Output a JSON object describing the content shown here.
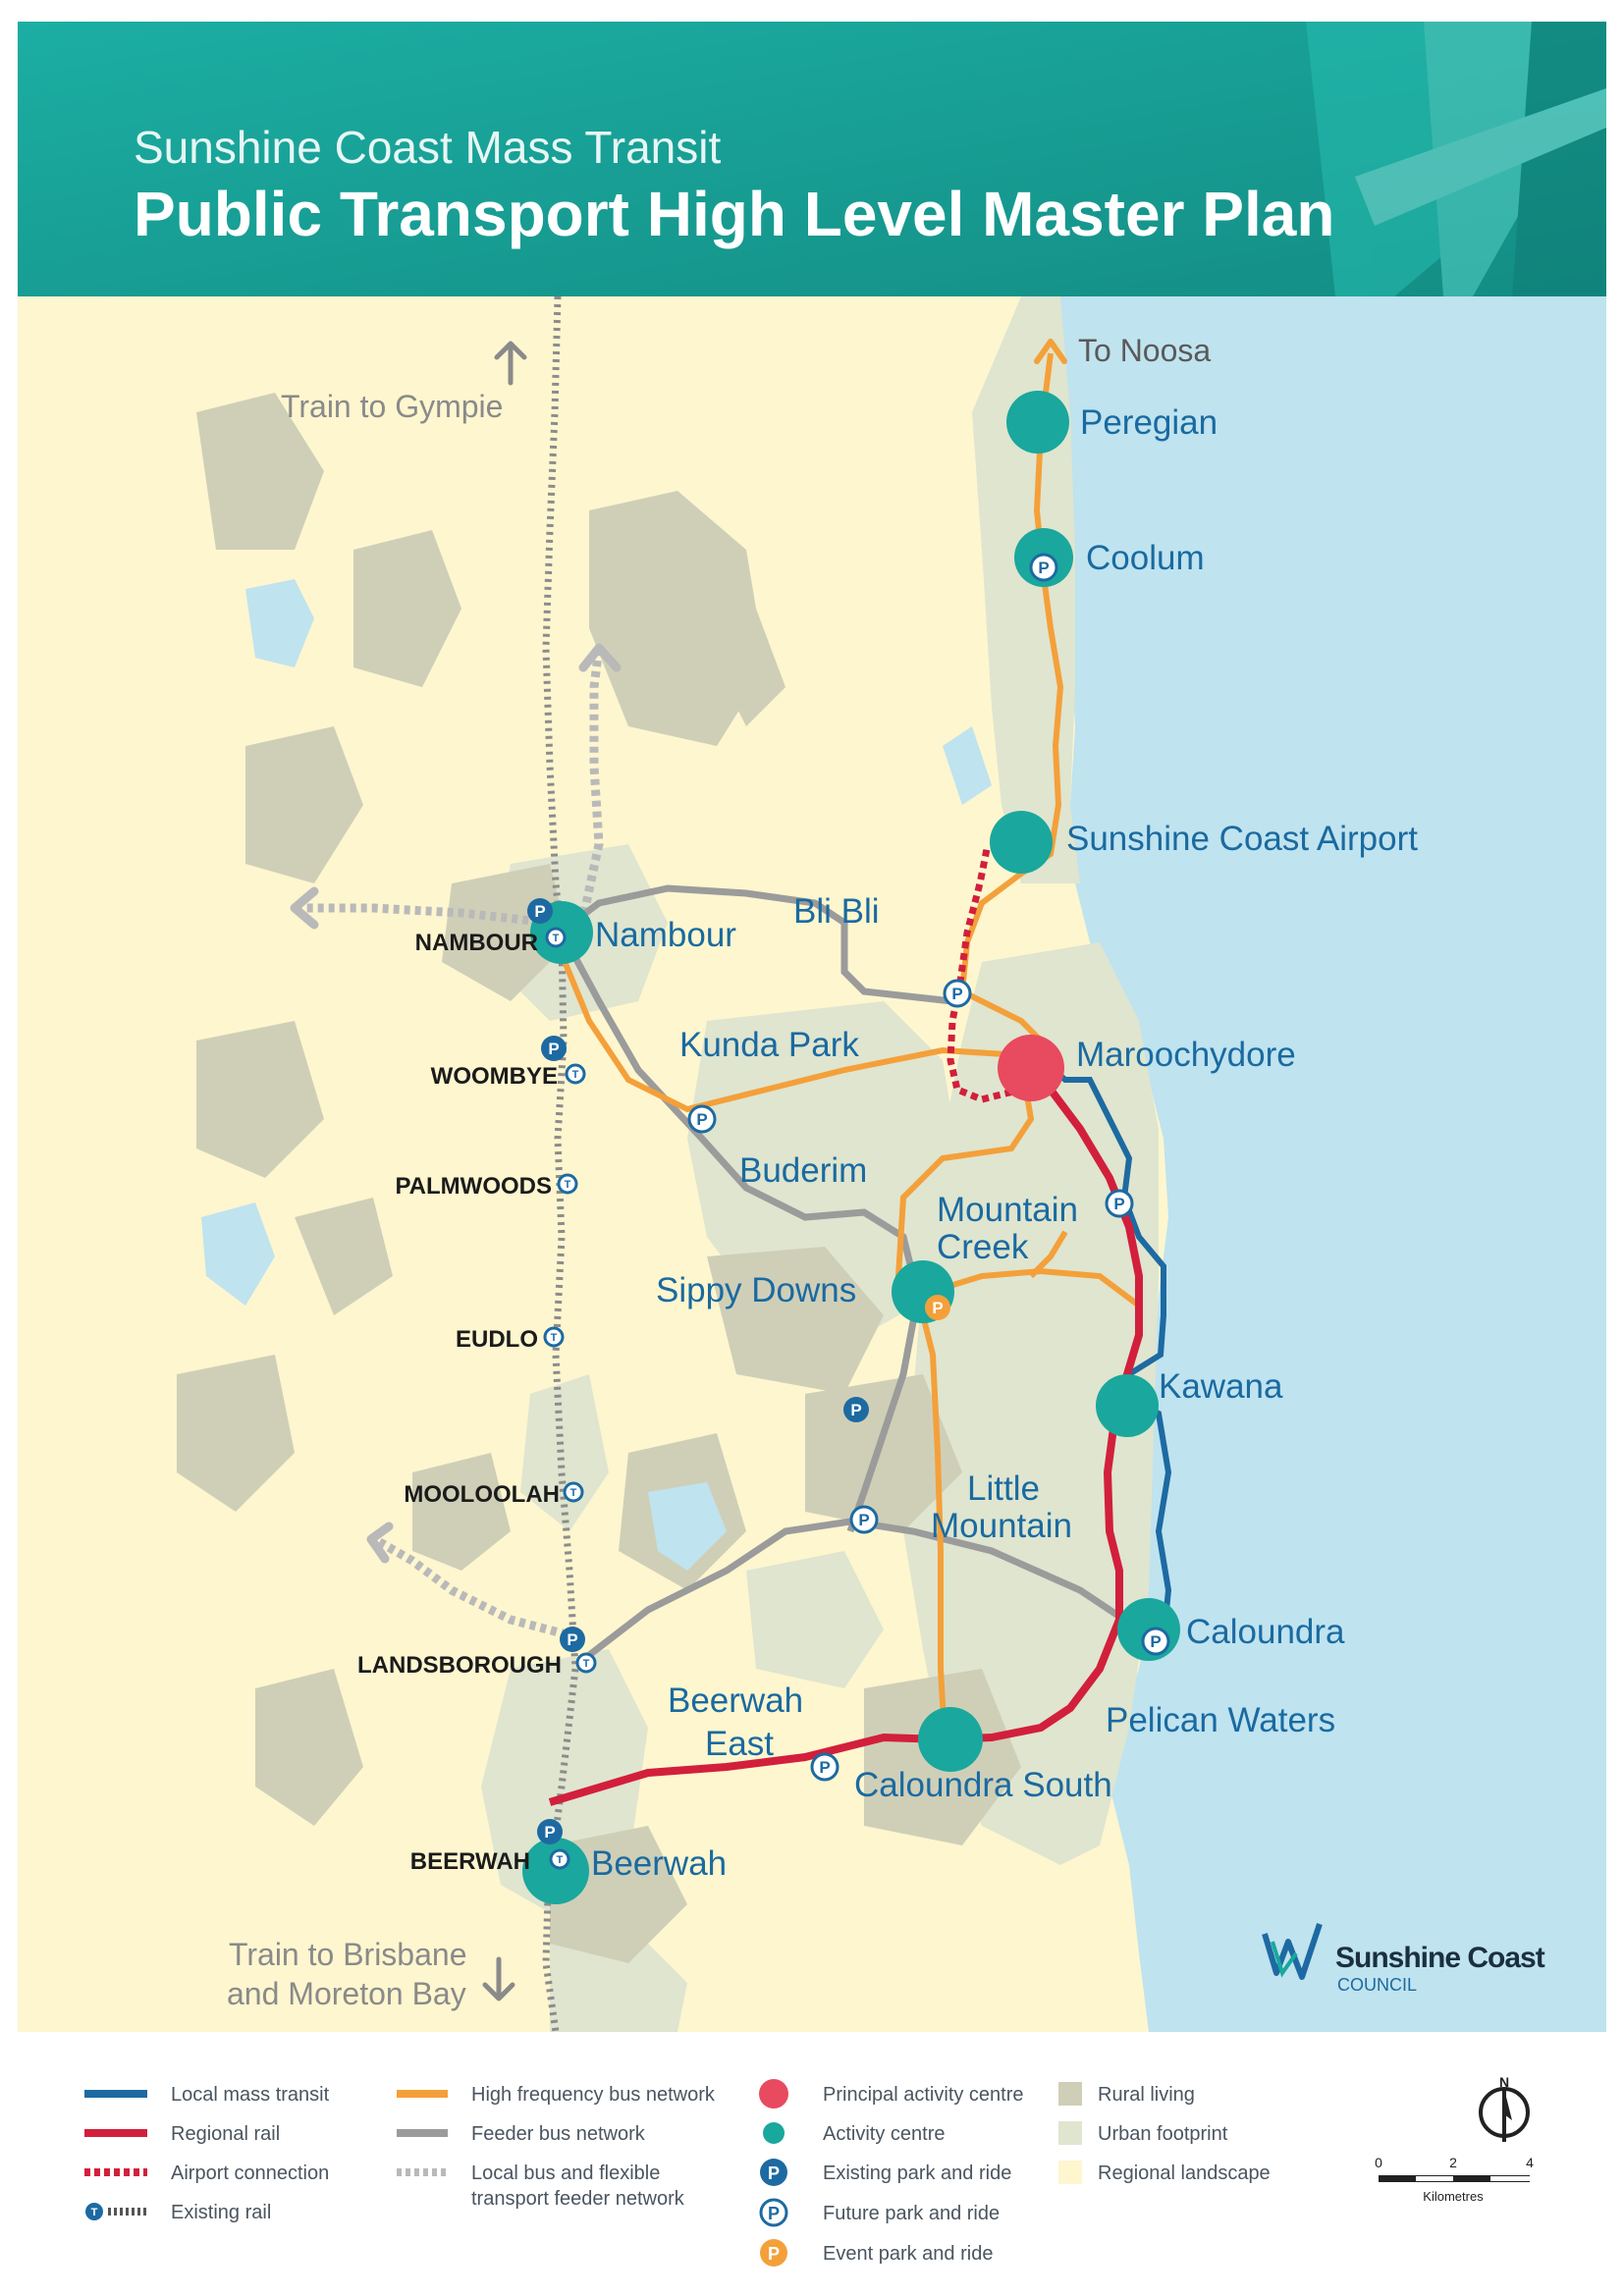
{
  "header": {
    "subtitle": "Sunshine Coast Mass Transit",
    "title": "Public Transport High Level Master Plan"
  },
  "colors": {
    "local_mass_transit": "#1d6aa2",
    "regional_rail": "#d21f3c",
    "airport_connection": "#d21f3c",
    "high_frequency_bus": "#f4a03a",
    "feeder_bus": "#9b9b9b",
    "local_bus_flexible": "#b9b9b9",
    "principal_activity_centre": "#e84a5f",
    "activity_centre": "#1aa79d",
    "rural_living": "#cfcfb8",
    "urban_footprint": "#dfe5cf",
    "regional_landscape": "#fdf6cf",
    "ocean": "#bfe3ef",
    "header_teal": "#1aa79d"
  },
  "map": {
    "directions": {
      "to_noosa": "To Noosa",
      "train_to_gympie": "Train to Gympie",
      "train_to_brisbane_line1": "Train to Brisbane",
      "train_to_brisbane_line2": "and Moreton Bay"
    },
    "centres": {
      "peregian": "Peregian",
      "coolum": "Coolum",
      "sunshine_coast_airport": "Sunshine Coast Airport",
      "bli_bli": "Bli Bli",
      "nambour": "Nambour",
      "kunda_park": "Kunda Park",
      "maroochydore": "Maroochydore",
      "buderim": "Buderim",
      "mountain_creek_line1": "Mountain",
      "mountain_creek_line2": "Creek",
      "sippy_downs": "Sippy Downs",
      "kawana": "Kawana",
      "little_mountain_line1": "Little",
      "little_mountain_line2": "Mountain",
      "caloundra": "Caloundra",
      "pelican_waters": "Pelican Waters",
      "beerwah_east_line1": "Beerwah",
      "beerwah_east_line2": "East",
      "caloundra_south": "Caloundra South",
      "beerwah": "Beerwah"
    },
    "rail_stations": {
      "nambour": "NAMBOUR",
      "woombye": "WOOMBYE",
      "palmwoods": "PALMWOODS",
      "eudlo": "EUDLO",
      "mooloolah": "MOOLOOLAH",
      "landsborough": "LANDSBOROUGH",
      "beerwah": "BEERWAH"
    },
    "icons": {
      "park_ride": "P",
      "train": "T"
    },
    "logo": {
      "word1": "Sunshine Coast",
      "word2": "COUNCIL"
    }
  },
  "legend": {
    "col1": [
      "Local mass transit",
      "Regional rail",
      "Airport connection",
      "Existing rail"
    ],
    "col2": [
      "High frequency bus network",
      "Feeder bus network",
      "Local bus and flexible",
      "transport feeder network"
    ],
    "col3": [
      "Principal activity centre",
      "Activity centre",
      "Existing park and ride",
      "Future park and ride",
      "Event park and ride"
    ],
    "col4": [
      "Rural living",
      "Urban footprint",
      "Regional landscape"
    ],
    "scale": {
      "ticks": [
        "0",
        "2",
        "4"
      ],
      "unit": "Kilometres"
    },
    "north": "N"
  }
}
